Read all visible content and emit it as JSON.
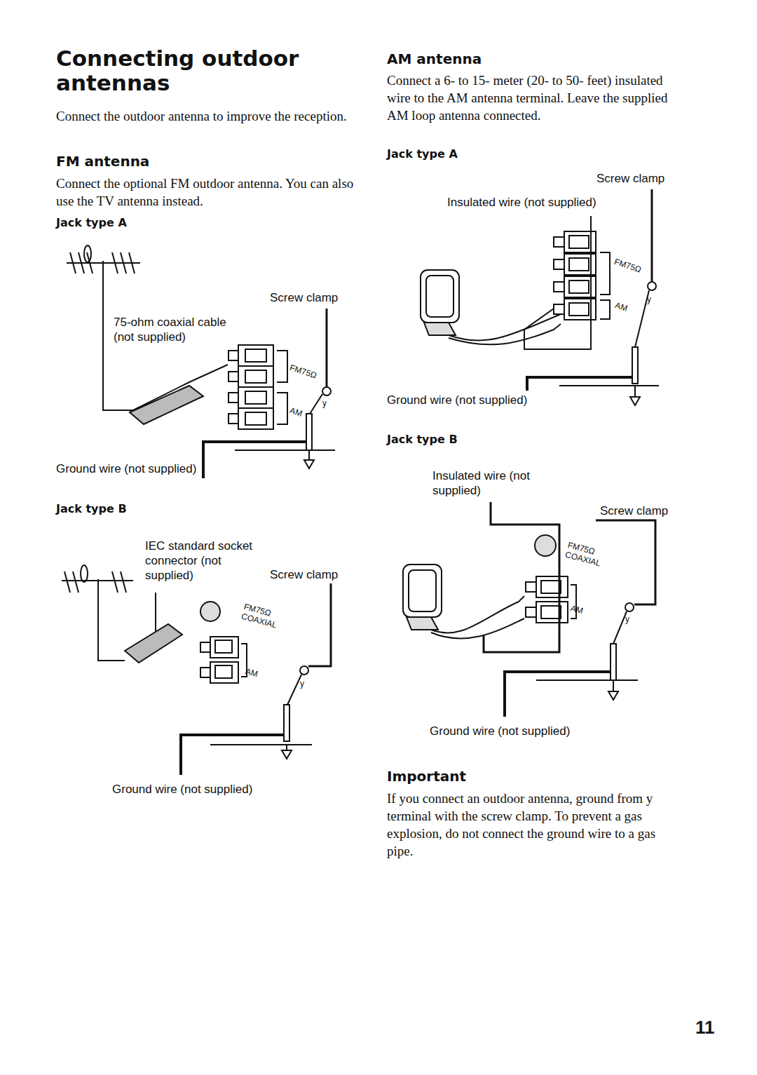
{
  "diagram": {
    "title": "Connecting outdoor antennas",
    "labels": [
      "Connect the outdoor antenna to improve the reception.",
      "FM antenna",
      "Connect the optional FM outdoor antenna. You can also use the TV antenna instead.",
      "Jack type A",
      "Screw clamp",
      "75-ohm coaxial cable (not supplied)",
      "FM75Ω",
      "AM",
      "y",
      "Ground wire (not supplied)",
      "Jack type B",
      "IEC standard socket connector (not supplied)",
      "Screw clamp",
      "FM75Ω COAXIAL",
      "AM",
      "y",
      "Ground wire (not supplied)",
      "AM antenna",
      "Connect a 6- to 15- meter (20- to 50- feet) insulated wire to the AM antenna terminal. Leave the supplied AM loop antenna connected.",
      "Jack type A",
      "Screw clamp",
      "Insulated wire (not supplied)",
      "FM75Ω",
      "AM",
      "y",
      "Ground wire (not supplied)",
      "Jack type B",
      "Insulated wire (not supplied)",
      "Screw clamp",
      "FM75Ω COAXIAL",
      "AM",
      "y",
      "Ground wire (not supplied)",
      "Important",
      "If you connect an outdoor antenna, ground from y terminal with the screw clamp. To prevent a gas explosion, do not connect the ground wire to a gas pipe.",
      "11"
    ]
  }
}
